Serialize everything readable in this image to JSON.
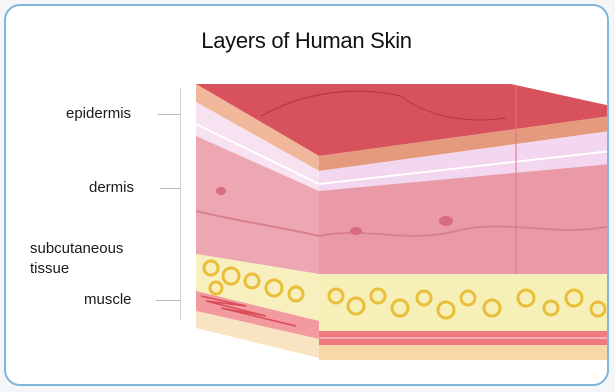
{
  "title": "Layers of Human Skin",
  "layers": {
    "epidermis": "epidermis",
    "dermis": "dermis",
    "subcutaneous_line1": "subcutaneous",
    "subcutaneous_line2": "tissue",
    "muscle": "muscle"
  },
  "colors": {
    "border": "#7fb6dc",
    "skin_surface": "#d7525c",
    "epidermis": "#f5c2b0",
    "epidermis_band": "#f3d6ef",
    "dermis": "#e99aa6",
    "subcutaneous": "#f6efb8",
    "fat_cells": "#f2cf4f",
    "muscle": "#ee7a80",
    "base": "#f6d9a6"
  }
}
